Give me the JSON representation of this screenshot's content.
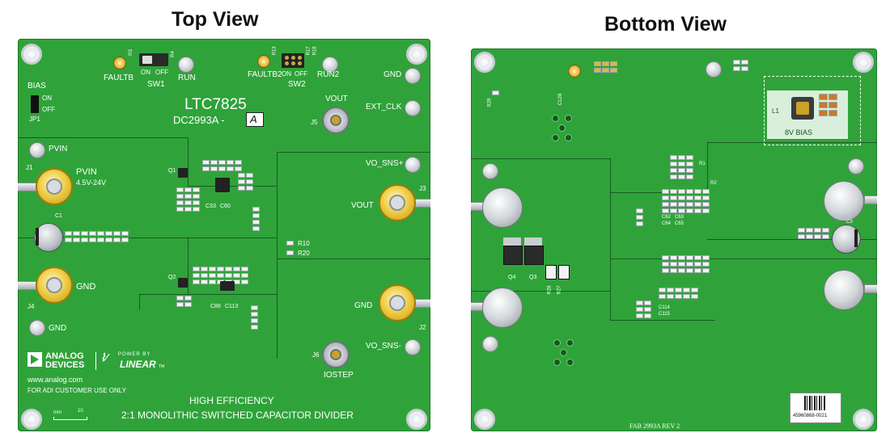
{
  "titles": {
    "top": "Top View",
    "bottom": "Bottom View"
  },
  "top_board": {
    "part_number": "LTC7825",
    "board_id": "DC2993A -",
    "board_variant": "A",
    "switches": [
      {
        "ref": "SW1",
        "on": "ON",
        "off": "OFF",
        "left_label": "FAULTB",
        "right_label": "RUN",
        "resistor": "R3"
      },
      {
        "ref": "SW2",
        "on": "ON",
        "off": "OFF",
        "left_label": "FAULTB2",
        "right_label": "RUN2",
        "resistor": "R13"
      }
    ],
    "sw2_refs": [
      "R17",
      "R18"
    ],
    "bias": {
      "label": "BIAS",
      "on": "ON",
      "off": "OFF",
      "jumper": "JP1"
    },
    "left_labels": {
      "pvin_turret": "PVIN",
      "j1": "J1",
      "pvin_jack": "PVIN",
      "pvin_range": "4.5V-24V",
      "c1": "C1",
      "gnd_jack": "GND",
      "j4": "J4",
      "gnd_turret": "GND"
    },
    "right_labels": {
      "gnd_top": "GND",
      "vout_bnc": "VOUT",
      "j5": "J5",
      "ext_clk": "EXT_CLK",
      "vo_sns_plus": "VO_SNS+",
      "vout_jack": "VOUT",
      "j3": "J3",
      "gnd_jack": "GND",
      "j2": "J2",
      "vo_sns_minus": "VO_SNS-",
      "j6": "J6",
      "iostep": "IOSTEP"
    },
    "center_refs": {
      "r10": "R10",
      "r20": "R20",
      "q1": "Q1",
      "q2": "Q2",
      "c33": "C33",
      "c60": "C60",
      "c86": "C86",
      "c113": "C113"
    },
    "footer": {
      "analog": "ANALOG",
      "devices": "DEVICES",
      "power_by": "POWER BY",
      "linear": "LINEAR",
      "tm": "TM",
      "website": "www.analog.com",
      "notice": "FOR ADI CUSTOMER USE ONLY",
      "line1": "HIGH EFFICIENCY",
      "line2": "2:1 MONOLITHIC SWITCHED CAPACITOR DIVIDER",
      "scale_unit": "mm",
      "scale_value": "10"
    }
  },
  "bottom_board": {
    "bias_label": "8V BIAS",
    "inductor": "L1",
    "q4": "Q4",
    "q3": "Q3",
    "r28": "R28",
    "r27": "R27",
    "c128": "C128",
    "r29": "R29",
    "r1": "R1",
    "r2": "R2",
    "c62": "C62",
    "c63": "C63",
    "c64": "C64",
    "c65": "C65",
    "c114": "C114",
    "c115": "C115",
    "c3": "C3",
    "fab": "FAB 2993A REV 2",
    "barcode_text": "45960868-0021"
  }
}
